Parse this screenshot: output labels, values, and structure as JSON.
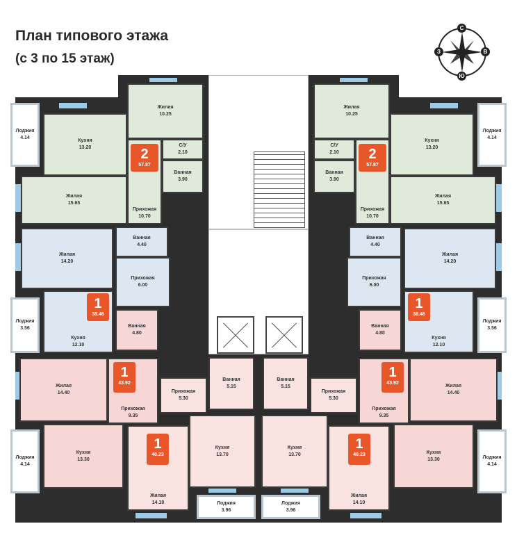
{
  "header": {
    "title": "План типового этажа",
    "subtitle": "(с 3 по 15 этаж)"
  },
  "compass": {
    "north": "С",
    "west": "З",
    "east": "В",
    "south": "Ю",
    "icon": "compass-rose-icon"
  },
  "colors": {
    "two_room": "#dfeadb",
    "one_room_blue": "#dce7f1",
    "one_room_pink": "#f6d7d5",
    "one_room_light_pink": "#f9e3e1",
    "badge": "#e8572a",
    "wall": "#2d2d2d",
    "window": "#9ccbe8"
  },
  "apartments": [
    {
      "side": "left",
      "rooms_count": "2",
      "area": "57.87",
      "rooms": [
        {
          "name": "Жилая",
          "area": "10.25"
        },
        {
          "name": "Кухня",
          "area": "13.20"
        },
        {
          "name": "С/У",
          "area": "2.10"
        },
        {
          "name": "Ванная",
          "area": "3.90"
        },
        {
          "name": "Жилая",
          "area": "15.65"
        },
        {
          "name": "Прихожая",
          "area": "10.70"
        },
        {
          "name": "Лоджия",
          "area": "4.14"
        }
      ]
    },
    {
      "side": "left",
      "rooms_count": "1",
      "area": "38.46",
      "rooms": [
        {
          "name": "Жилая",
          "area": "14.20"
        },
        {
          "name": "Ванная",
          "area": "4.40"
        },
        {
          "name": "Прихожая",
          "area": "6.00"
        },
        {
          "name": "Кухня",
          "area": "12.10"
        },
        {
          "name": "Лоджия",
          "area": "3.56"
        }
      ]
    },
    {
      "side": "left",
      "rooms_count": "1",
      "area": "43.92",
      "rooms": [
        {
          "name": "Жилая",
          "area": "14.40"
        },
        {
          "name": "Прихожая",
          "area": "9.35"
        },
        {
          "name": "Кухня",
          "area": "13.30"
        },
        {
          "name": "Лоджия",
          "area": "4.14"
        },
        {
          "name": "Ванная",
          "area": "4.80"
        }
      ]
    },
    {
      "side": "left",
      "rooms_count": "1",
      "area": "40.23",
      "rooms": [
        {
          "name": "Прихожая",
          "area": "5.30"
        },
        {
          "name": "Ванная",
          "area": "5.15"
        },
        {
          "name": "Кухня",
          "area": "13.70"
        },
        {
          "name": "Жилая",
          "area": "14.10"
        },
        {
          "name": "Лоджия",
          "area": "3.96"
        }
      ]
    },
    {
      "side": "right",
      "rooms_count": "2",
      "area": "57.87",
      "rooms": [
        {
          "name": "Жилая",
          "area": "10.25"
        },
        {
          "name": "Кухня",
          "area": "13.20"
        },
        {
          "name": "С/У",
          "area": "2.10"
        },
        {
          "name": "Ванная",
          "area": "3.90"
        },
        {
          "name": "Жилая",
          "area": "15.65"
        },
        {
          "name": "Прихожая",
          "area": "10.70"
        },
        {
          "name": "Лоджия",
          "area": "4.14"
        }
      ]
    },
    {
      "side": "right",
      "rooms_count": "1",
      "area": "38.46",
      "rooms": [
        {
          "name": "Жилая",
          "area": "14.20"
        },
        {
          "name": "Ванная",
          "area": "4.40"
        },
        {
          "name": "Прихожая",
          "area": "6.00"
        },
        {
          "name": "Кухня",
          "area": "12.10"
        },
        {
          "name": "Лоджия",
          "area": "3.56"
        }
      ]
    },
    {
      "side": "right",
      "rooms_count": "1",
      "area": "43.92",
      "rooms": [
        {
          "name": "Жилая",
          "area": "14.40"
        },
        {
          "name": "Прихожая",
          "area": "9.35"
        },
        {
          "name": "Кухня",
          "area": "13.30"
        },
        {
          "name": "Лоджия",
          "area": "4.14"
        },
        {
          "name": "Ванная",
          "area": "4.80"
        }
      ]
    },
    {
      "side": "right",
      "rooms_count": "1",
      "area": "40.23",
      "rooms": [
        {
          "name": "Прихожая",
          "area": "5.30"
        },
        {
          "name": "Ванная",
          "area": "5.15"
        },
        {
          "name": "Кухня",
          "area": "13.70"
        },
        {
          "name": "Жилая",
          "area": "14.10"
        },
        {
          "name": "Лоджия",
          "area": "3.96"
        }
      ]
    }
  ]
}
